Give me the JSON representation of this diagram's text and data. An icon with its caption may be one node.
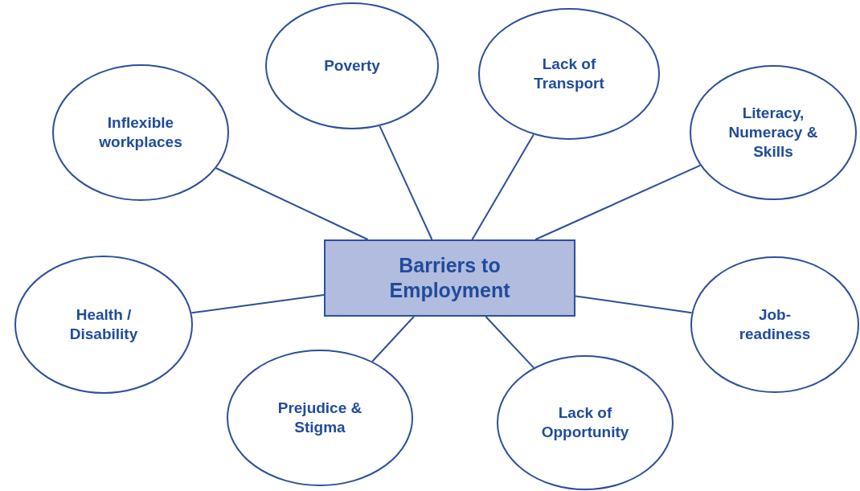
{
  "diagram": {
    "nodes": [
      {
        "text": [
          "Barriers to Employment"
        ]
      },
      {
        "text": [
          "Inflexible workplaces"
        ]
      },
      {
        "text": [
          "Poverty"
        ]
      },
      {
        "text": [
          "Lack of Transport"
        ]
      },
      {
        "text": [
          "Literacy, Numeracy & Skills"
        ]
      },
      {
        "text": [
          "Health / Disability"
        ]
      },
      {
        "text": [
          "Job-readiness"
        ]
      },
      {
        "text": [
          "Prejudice & Stigma"
        ]
      },
      {
        "text": [
          "Lack of Opportunity"
        ]
      }
    ],
    "edges": [
      {
        "from": 0,
        "to": 1,
        "arrow": "none"
      },
      {
        "from": 0,
        "to": 2,
        "arrow": "none"
      },
      {
        "from": 0,
        "to": 3,
        "arrow": "none"
      },
      {
        "from": 0,
        "to": 4,
        "arrow": "none"
      },
      {
        "from": 0,
        "to": 5,
        "arrow": "none"
      },
      {
        "from": 0,
        "to": 6,
        "arrow": "none"
      },
      {
        "from": 0,
        "to": 7,
        "arrow": "none"
      },
      {
        "from": 0,
        "to": 8,
        "arrow": "none"
      }
    ]
  }
}
